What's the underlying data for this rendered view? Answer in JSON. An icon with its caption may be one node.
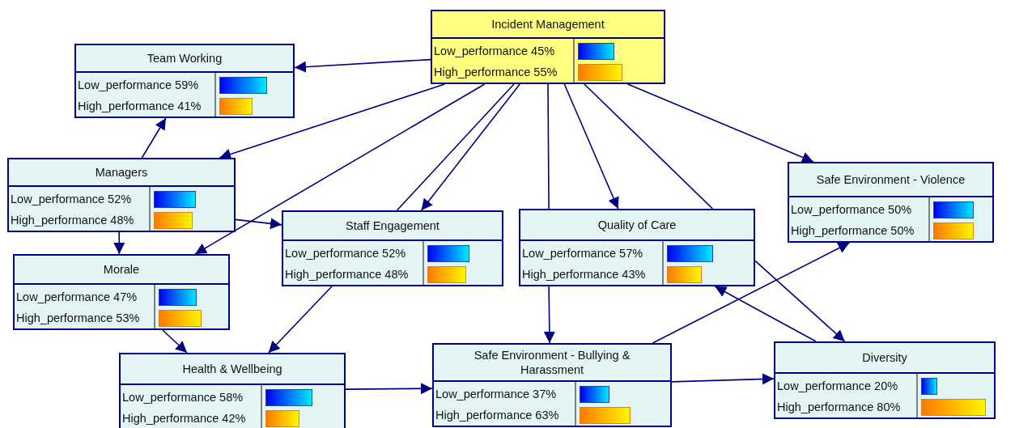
{
  "diagram": {
    "nodes": [
      {
        "text": [
          "Incident Management",
          "Low_performance 45%",
          "High_performance 55%"
        ]
      },
      {
        "text": [
          "Team Working",
          "Low_performance 59%",
          "High_performance 41%"
        ]
      },
      {
        "text": [
          "Managers",
          "Low_performance 52%",
          "High_performance 48%"
        ]
      },
      {
        "text": [
          "Staff Engagement",
          "Low_performance 52%",
          "High_performance 48%"
        ]
      },
      {
        "text": [
          "Quality of Care",
          "Low_performance 57%",
          "High_performance 43%"
        ]
      },
      {
        "text": [
          "Safe Environment - Violence",
          "Low_performance 50%",
          "High_performance 50%"
        ]
      },
      {
        "text": [
          "Morale",
          "Low_performance 47%",
          "High_performance 53%"
        ]
      },
      {
        "text": [
          "Health & Wellbeing",
          "Low_performance 58%",
          "High_performance 42%"
        ]
      },
      {
        "text": [
          "Safe Environment - Bullying & Harassment",
          "Low_performance 37%",
          "High_performance 63%"
        ]
      },
      {
        "text": [
          "Diversity",
          "Low_performance 20%",
          "High_performance 80%"
        ]
      }
    ],
    "edges": [
      {
        "from": 0,
        "to": 1,
        "arrow": "to"
      },
      {
        "from": 0,
        "to": 2,
        "arrow": "to"
      },
      {
        "from": 0,
        "to": 6,
        "arrow": "to"
      },
      {
        "from": 0,
        "to": 3,
        "arrow": "none"
      },
      {
        "from": 0,
        "to": 3,
        "arrow": "to"
      },
      {
        "from": 0,
        "to": 4,
        "arrow": "none"
      },
      {
        "from": 0,
        "to": 4,
        "arrow": "to"
      },
      {
        "from": 0,
        "to": 4,
        "arrow": "none"
      },
      {
        "from": 0,
        "to": 5,
        "arrow": "to"
      },
      {
        "from": 2,
        "to": 1,
        "arrow": "to"
      },
      {
        "from": 2,
        "to": 3,
        "arrow": "to"
      },
      {
        "from": 2,
        "to": 6,
        "arrow": "to"
      },
      {
        "from": 6,
        "to": 7,
        "arrow": "to"
      },
      {
        "from": 3,
        "to": 7,
        "arrow": "to"
      },
      {
        "from": 4,
        "to": 8,
        "arrow": "to"
      },
      {
        "from": 4,
        "to": 9,
        "arrow": "to"
      },
      {
        "from": 7,
        "to": 8,
        "arrow": "to"
      },
      {
        "from": 8,
        "to": 9,
        "arrow": "to"
      },
      {
        "from": 8,
        "to": 5,
        "arrow": "to"
      },
      {
        "from": 9,
        "to": 4,
        "arrow": "to"
      }
    ]
  }
}
